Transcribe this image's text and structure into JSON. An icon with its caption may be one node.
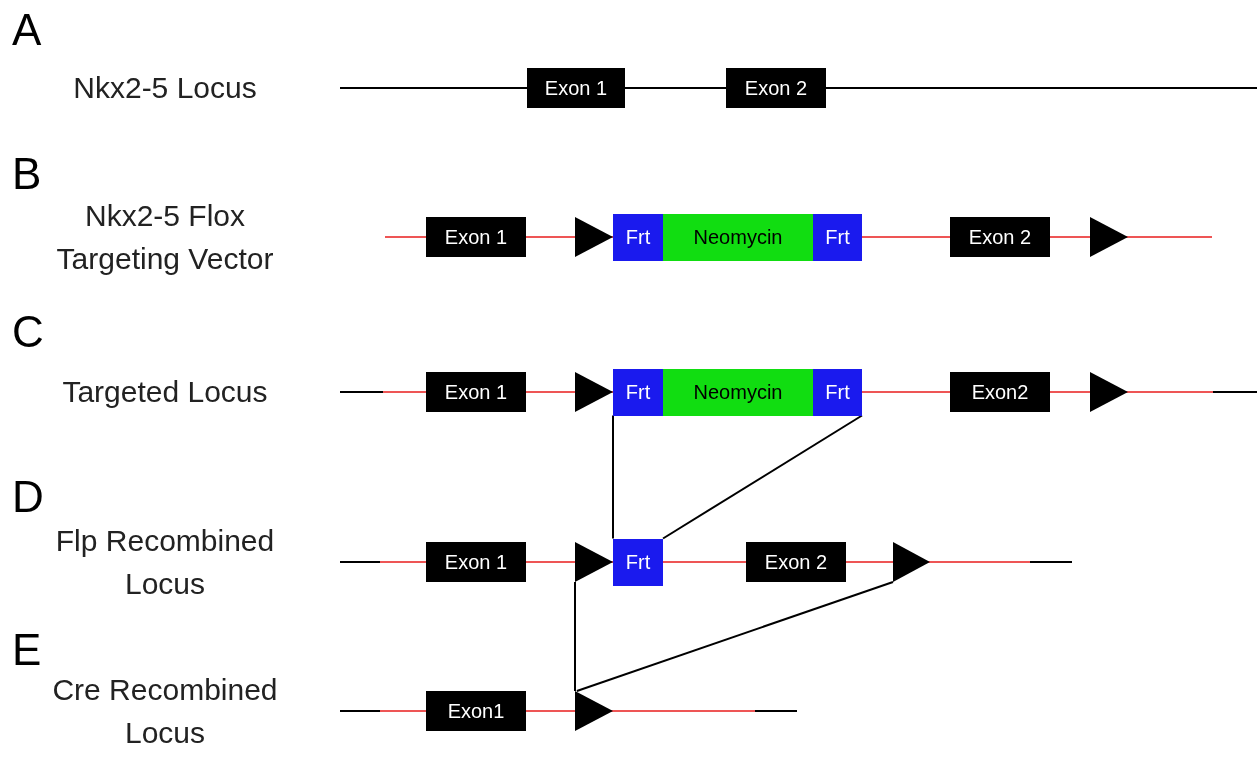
{
  "diagram": {
    "nodes": [
      {
        "text": [
          "Exon 1"
        ]
      },
      {
        "text": [
          "Exon 2"
        ]
      },
      {
        "text": [
          "Exon 1"
        ]
      },
      {
        "text": [],
        "shape": "triangle"
      },
      {
        "text": [
          "Frt"
        ]
      },
      {
        "text": [
          "Neomycin"
        ]
      },
      {
        "text": [
          "Frt"
        ]
      },
      {
        "text": [
          "Exon 2"
        ]
      },
      {
        "text": [],
        "shape": "triangle"
      },
      {
        "text": [
          "Exon 1"
        ]
      },
      {
        "text": [],
        "shape": "triangle"
      },
      {
        "text": [
          "Frt"
        ]
      },
      {
        "text": [
          "Neomycin"
        ]
      },
      {
        "text": [
          "Frt"
        ]
      },
      {
        "text": [
          "Exon2"
        ]
      },
      {
        "text": [],
        "shape": "triangle"
      },
      {
        "text": [
          "Exon 1"
        ]
      },
      {
        "text": [],
        "shape": "triangle"
      },
      {
        "text": [
          "Frt"
        ]
      },
      {
        "text": [
          "Exon 2"
        ]
      },
      {
        "text": [],
        "shape": "triangle"
      },
      {
        "text": [
          "Exon1"
        ]
      },
      {
        "text": [],
        "shape": "triangle"
      }
    ],
    "edges": [
      {
        "from": 11,
        "to": 18,
        "arrow": "none"
      },
      {
        "from": 13,
        "to": 18,
        "arrow": "none"
      },
      {
        "from": 17,
        "to": 22,
        "arrow": "none"
      },
      {
        "from": 20,
        "to": 22,
        "arrow": "none"
      }
    ],
    "labels": [
      "A",
      "Nkx2-5 Locus",
      "B",
      "Nkx2-5 Flox Targeting Vector",
      "C",
      "Targeted Locus",
      "D",
      "Flp Recombined Locus",
      "E",
      "Cre Recombined Locus"
    ]
  }
}
